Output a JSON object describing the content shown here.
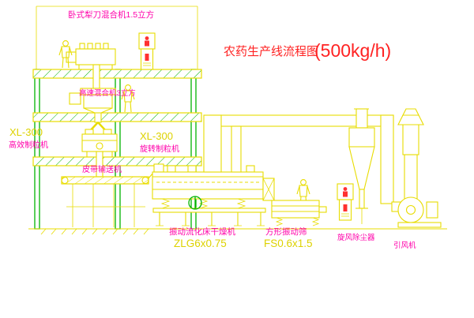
{
  "title": {
    "text": "农药生产线流程图",
    "capacity": "(500kg/h)"
  },
  "labels": {
    "mixer_top": "卧式犁刀混合机1.5立方",
    "mixer_mid": "高速混合机3立方",
    "granulator_left_model": "XL-300",
    "granulator_left_name": "高效制粒机",
    "granulator_mid_model": "XL-300",
    "granulator_mid_name": "旋转制粒机",
    "belt_conveyor": "皮带输送机",
    "dryer_name": "振动流化床干燥机",
    "dryer_model": "ZLG6x0.75",
    "screen_name": "方形振动筛",
    "screen_model": "FS0.6x1.5",
    "cyclone_name": "旋风除尘器",
    "fan_name": "引风机"
  },
  "colors": {
    "equipment": "#e8dc00",
    "structure": "#00b300",
    "label": "#ff00aa",
    "title": "#ff2222",
    "model": "#ddd200",
    "cabinet": "#ff3030"
  }
}
